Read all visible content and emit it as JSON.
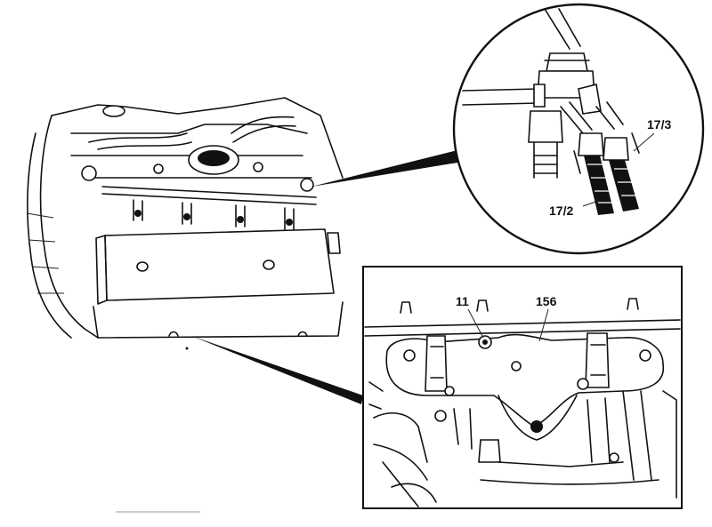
{
  "callouts": {
    "fuel_line_left": "17/2",
    "fuel_line_right": "17/3",
    "item_11": "11",
    "item_156": "156"
  }
}
